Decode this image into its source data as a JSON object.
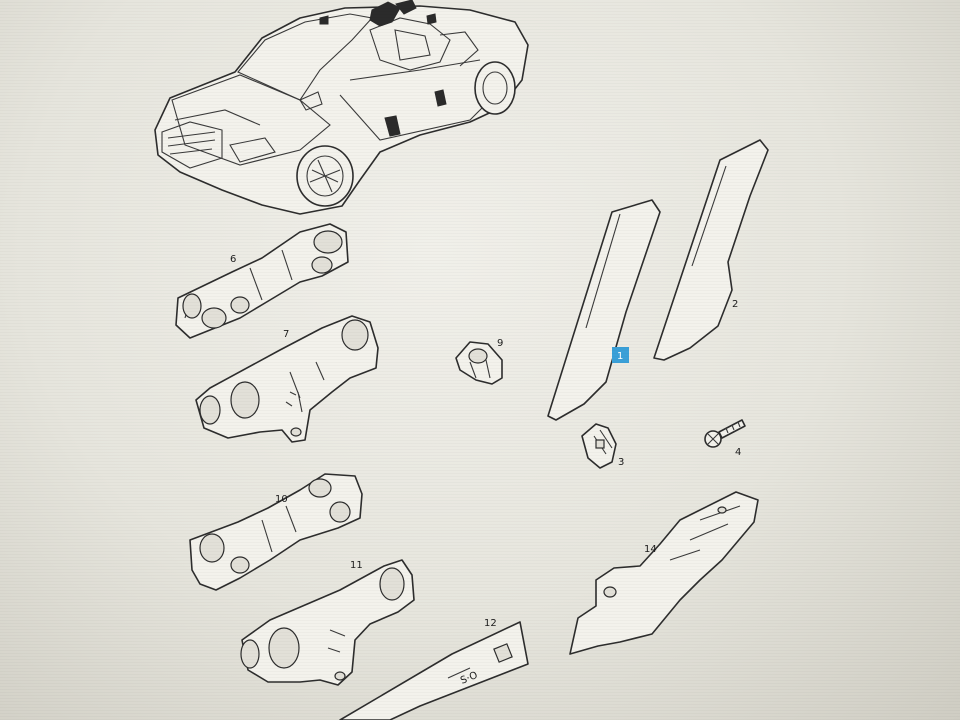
{
  "colors": {
    "paper": "#f1f0ea",
    "ink": "#2d2d2d",
    "highlight": "#3aa0d8"
  },
  "callouts": {
    "part_1": "1",
    "part_2": "2",
    "part_3": "3",
    "part_4": "4",
    "part_6": "6",
    "part_7": "7",
    "part_9": "9",
    "part_10": "10",
    "part_11": "11",
    "part_12": "12",
    "part_14": "14"
  },
  "labels": {
    "strip_marking": "S·O"
  },
  "icons": {
    "overview": "car-overview-icon",
    "highlight": "selection-highlight"
  }
}
